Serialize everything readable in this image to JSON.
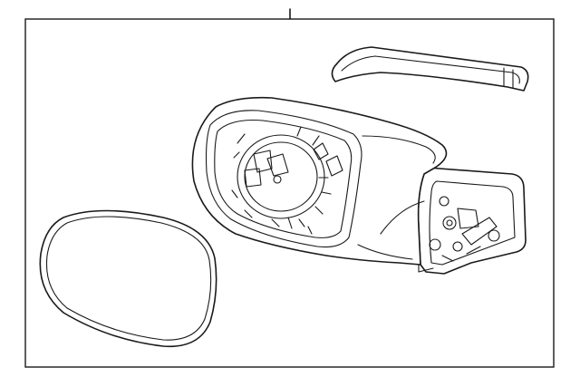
{
  "diagram": {
    "parts": [
      {
        "name": "mirror-glass"
      },
      {
        "name": "mirror-housing-assembly"
      },
      {
        "name": "turn-signal-lamp"
      },
      {
        "name": "mounting-base"
      }
    ]
  }
}
